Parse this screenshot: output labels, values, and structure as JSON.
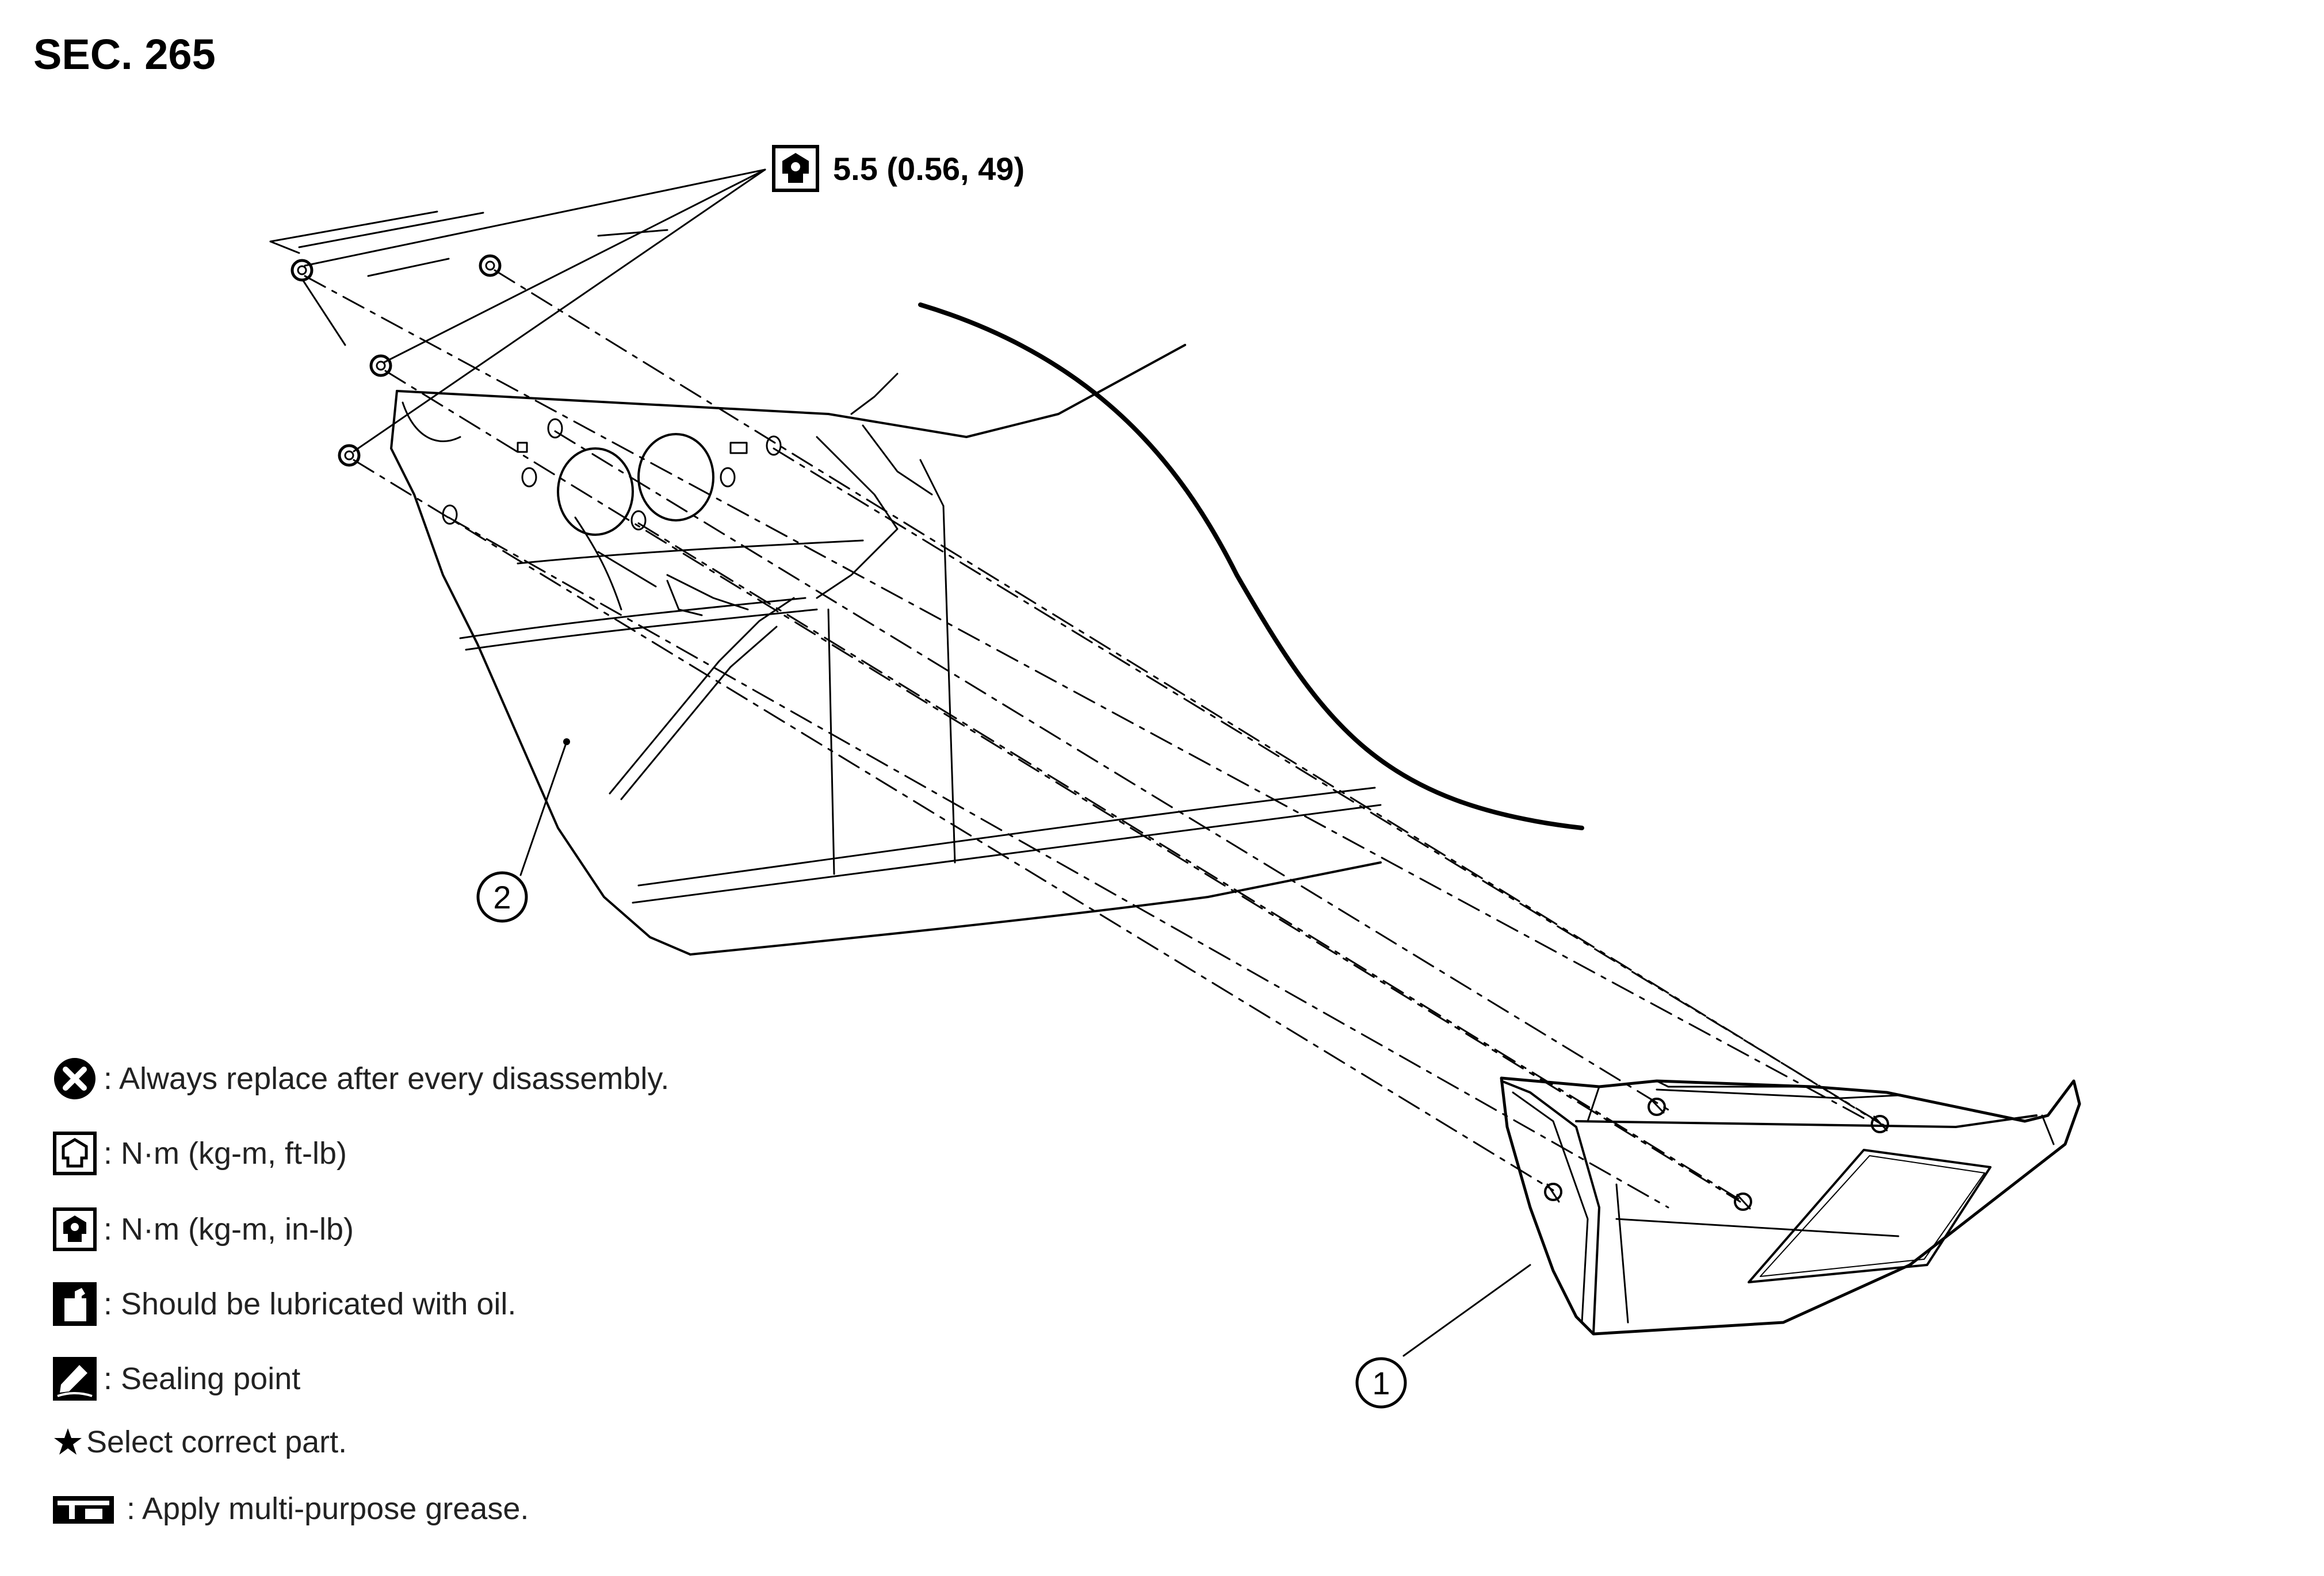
{
  "section": "SEC. 265",
  "torque_callout": {
    "icon": "torque-in-lb-icon",
    "value": "5.5 (0.56, 49)"
  },
  "callouts": [
    "1",
    "2"
  ],
  "legend": [
    {
      "icon": "always-replace-icon",
      "text": ": Always replace after every disassembly."
    },
    {
      "icon": "torque-ft-lb-icon",
      "text": ": N·m (kg-m, ft-lb)"
    },
    {
      "icon": "torque-in-lb-icon",
      "text": ": N·m (kg-m, in-lb)"
    },
    {
      "icon": "oil-can-icon",
      "text": ": Should be lubricated with oil."
    },
    {
      "icon": "sealing-icon",
      "text": ": Sealing point"
    },
    {
      "icon": "star-icon",
      "text": "Select correct part."
    },
    {
      "icon": "grease-icon",
      "text": ": Apply multi-purpose grease."
    }
  ]
}
